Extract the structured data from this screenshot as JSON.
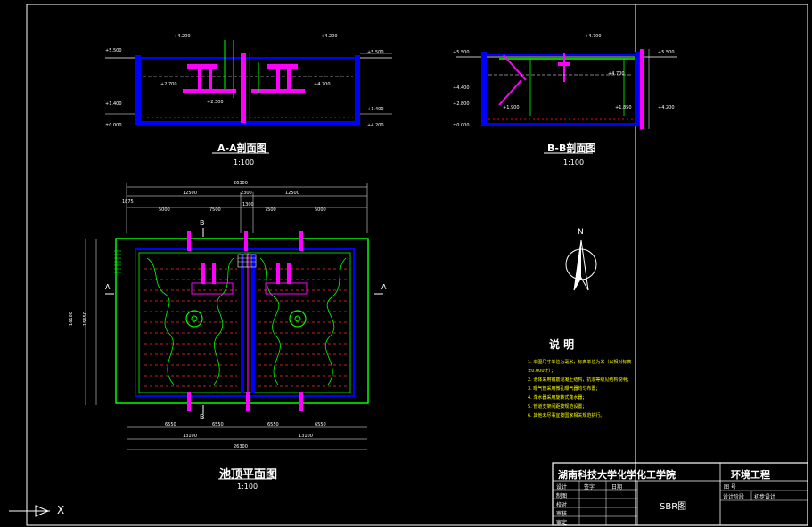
{
  "sections": {
    "aa_title": "A-A剖面图",
    "aa_scale": "1:100",
    "bb_title": "B-B剖面图",
    "bb_scale": "1:100",
    "plan_title": "池顶平面图",
    "plan_scale": "1:100"
  },
  "elevations": {
    "aa": [
      "+5.500",
      "+4.200",
      "+4.200",
      "+5.500",
      "+2.700",
      "+2.300",
      "+4.700",
      "+1.400",
      "+1.400",
      "±0.000",
      "+4.200"
    ],
    "bb": [
      "+5.500",
      "+4.700",
      "+5.500",
      "+4.400",
      "+2.800",
      "+1.900",
      "±0.000",
      "+1.850",
      "+4.200",
      "+4.700"
    ]
  },
  "dimensions": {
    "overall": "26300",
    "top": [
      "12500",
      "2300",
      "12500"
    ],
    "second": [
      "5000",
      "7500",
      "1300",
      "7500",
      "5000"
    ],
    "bottom": [
      "6550",
      "6550",
      "6550",
      "6550"
    ],
    "bottom2": [
      "13100",
      "13100"
    ],
    "total_bottom": "26300",
    "left_height": "16100",
    "left_inner": "15650",
    "left_small": "1875"
  },
  "markers": {
    "section_a": "A",
    "section_b": "B",
    "north": "N"
  },
  "notes": {
    "heading": "说  明",
    "items": [
      "1. 本图尺寸单位为毫米，标高单位为米（以相对标高±0.000计）；",
      "2. 池体采用钢筋混凝土结构，抗渗等级见结构说明；",
      "3. 曝气管采用微孔曝气器均匀布置；",
      "4. 滗水器采用旋转式滗水器；",
      "5. 管道支架间距按规范设置；",
      "6. 其他未尽事宜按国家相关规范执行。"
    ]
  },
  "title_block": {
    "school": "湖南科技大学化学化工学院",
    "major": "环境工程",
    "rows": [
      "设计",
      "制图",
      "校对",
      "审核",
      "审定"
    ],
    "cols": [
      "签字",
      "日期"
    ],
    "drawing_name": "SBR图",
    "right_top": "图 号",
    "right_mid": [
      "设计阶段",
      "初步设计"
    ]
  },
  "ucs": {
    "x_label": "X"
  },
  "colors": {
    "background": "#000000",
    "wall": "#0000ff",
    "pipe": "#ff00ff",
    "dim": "#ffffff",
    "air": "#00ff00",
    "diffuser": "#ff0000",
    "text_accent": "#ffff00",
    "frame": "#ffffff"
  }
}
